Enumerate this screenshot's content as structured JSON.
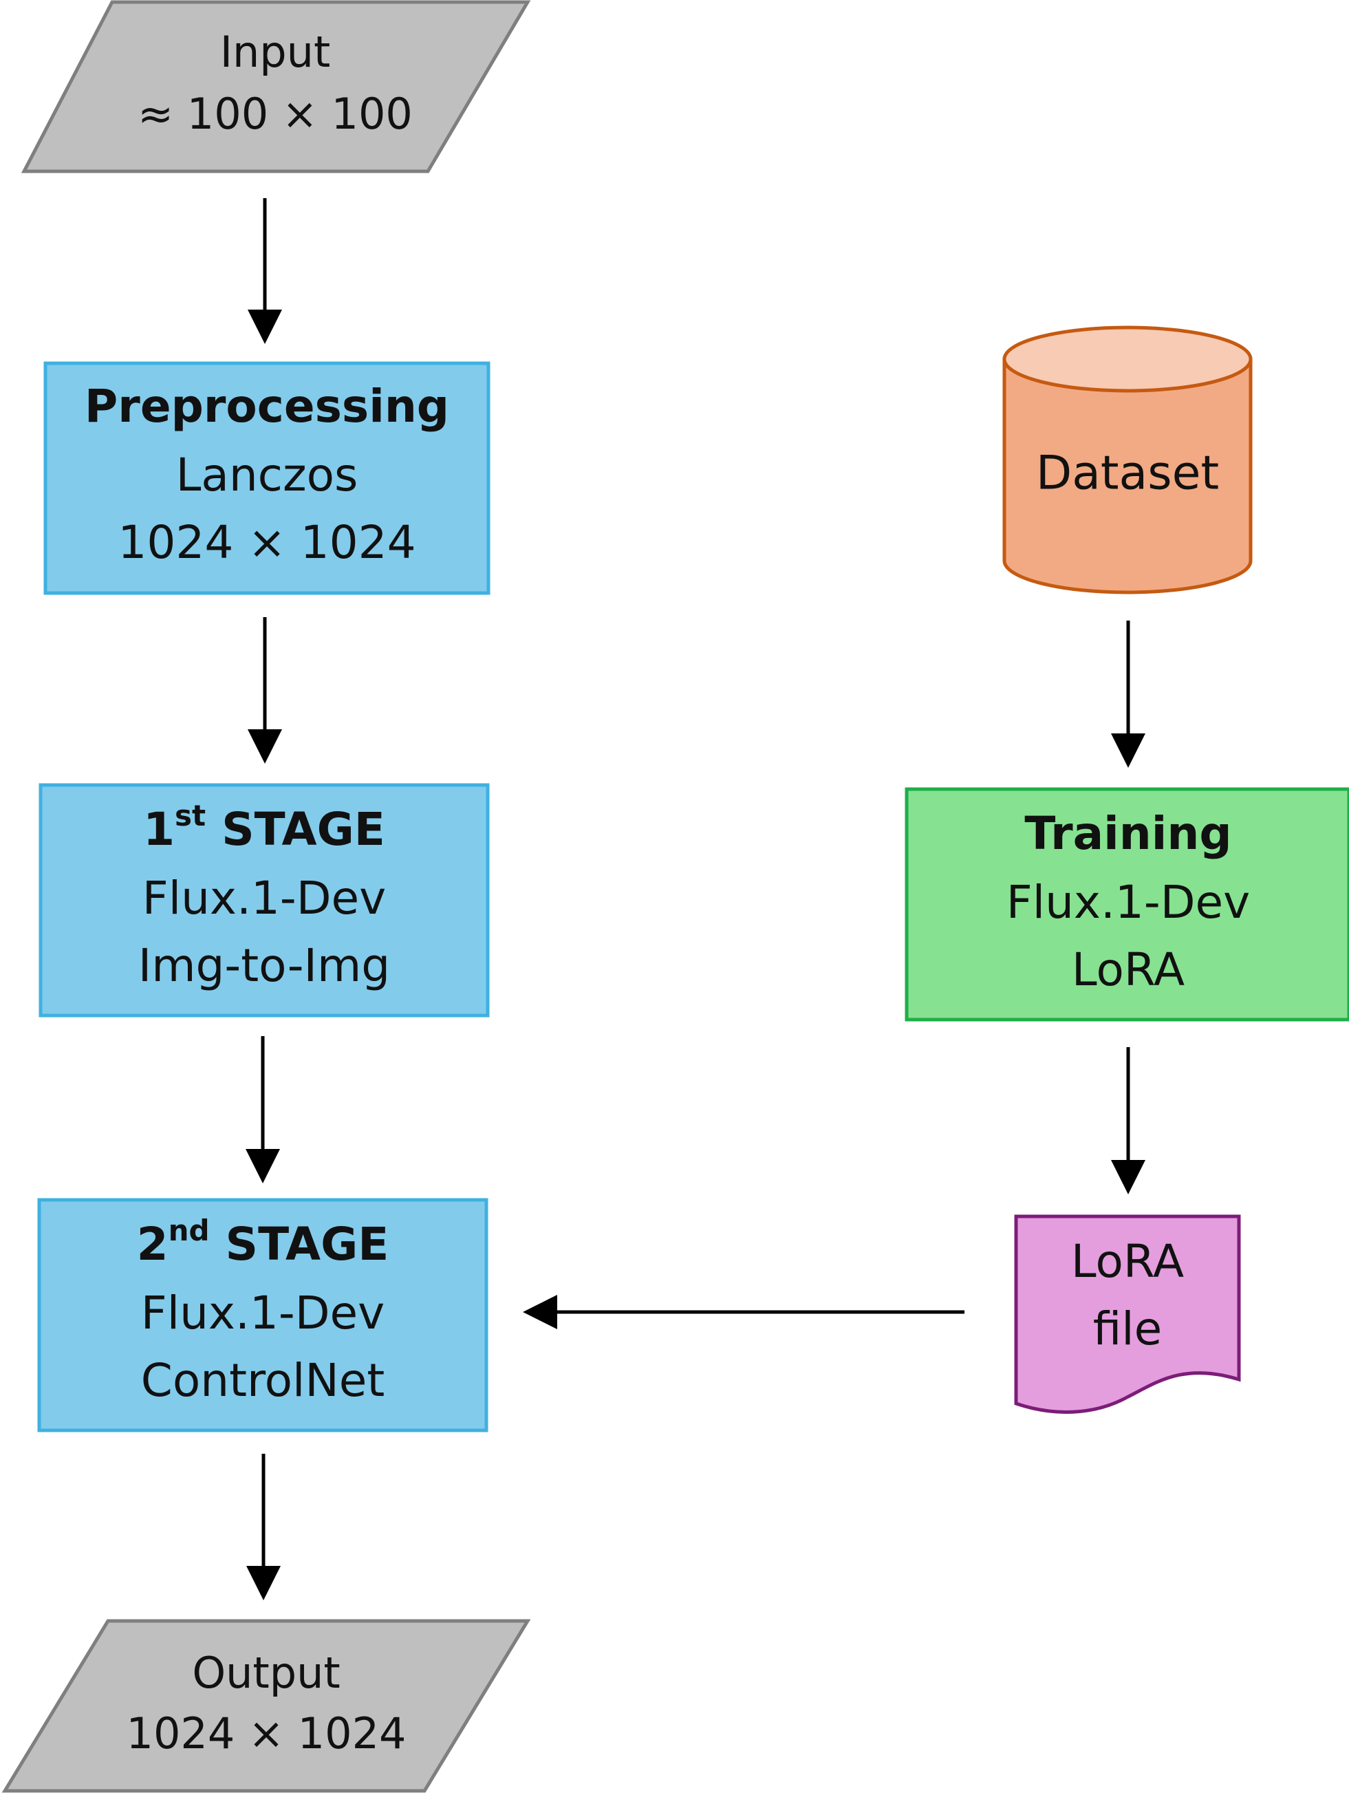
{
  "colors": {
    "io_fill": "#bfbfbf",
    "io_stroke": "#7f7f7f",
    "process_fill": "#83cbeb",
    "process_stroke": "#3fb1e0",
    "training_fill": "#86e291",
    "training_stroke": "#1fae4a",
    "dataset_fill": "#f2aa84",
    "dataset_top_fill": "#f7cbb4",
    "dataset_stroke": "#c55a11",
    "lora_fill": "#e49edd",
    "lora_stroke": "#7b1d78",
    "arrow": "#000000"
  },
  "nodes": {
    "input": {
      "line1": "Input",
      "line2": "≈ 100 × 100"
    },
    "preprocessing": {
      "title": "Preprocessing",
      "line1": "Lanczos",
      "line2": "1024 × 1024"
    },
    "stage1": {
      "title_num": "1",
      "title_sup": "st",
      "title_rest": " STAGE",
      "line1": "Flux.1-Dev",
      "line2": "Img-to-Img"
    },
    "stage2": {
      "title_num": "2",
      "title_sup": "nd",
      "title_rest": " STAGE",
      "line1": "Flux.1-Dev",
      "line2": "ControlNet"
    },
    "output": {
      "line1": "Output",
      "line2": "1024 × 1024"
    },
    "dataset": {
      "label": "Dataset"
    },
    "training": {
      "title": "Training",
      "line1": "Flux.1-Dev",
      "line2": "LoRA"
    },
    "lora_file": {
      "line1": "LoRA",
      "line2": "file"
    }
  },
  "edges": [
    {
      "from": "input",
      "to": "preprocessing"
    },
    {
      "from": "preprocessing",
      "to": "stage1"
    },
    {
      "from": "stage1",
      "to": "stage2"
    },
    {
      "from": "stage2",
      "to": "output"
    },
    {
      "from": "dataset",
      "to": "training"
    },
    {
      "from": "training",
      "to": "lora_file"
    },
    {
      "from": "lora_file",
      "to": "stage2"
    }
  ]
}
